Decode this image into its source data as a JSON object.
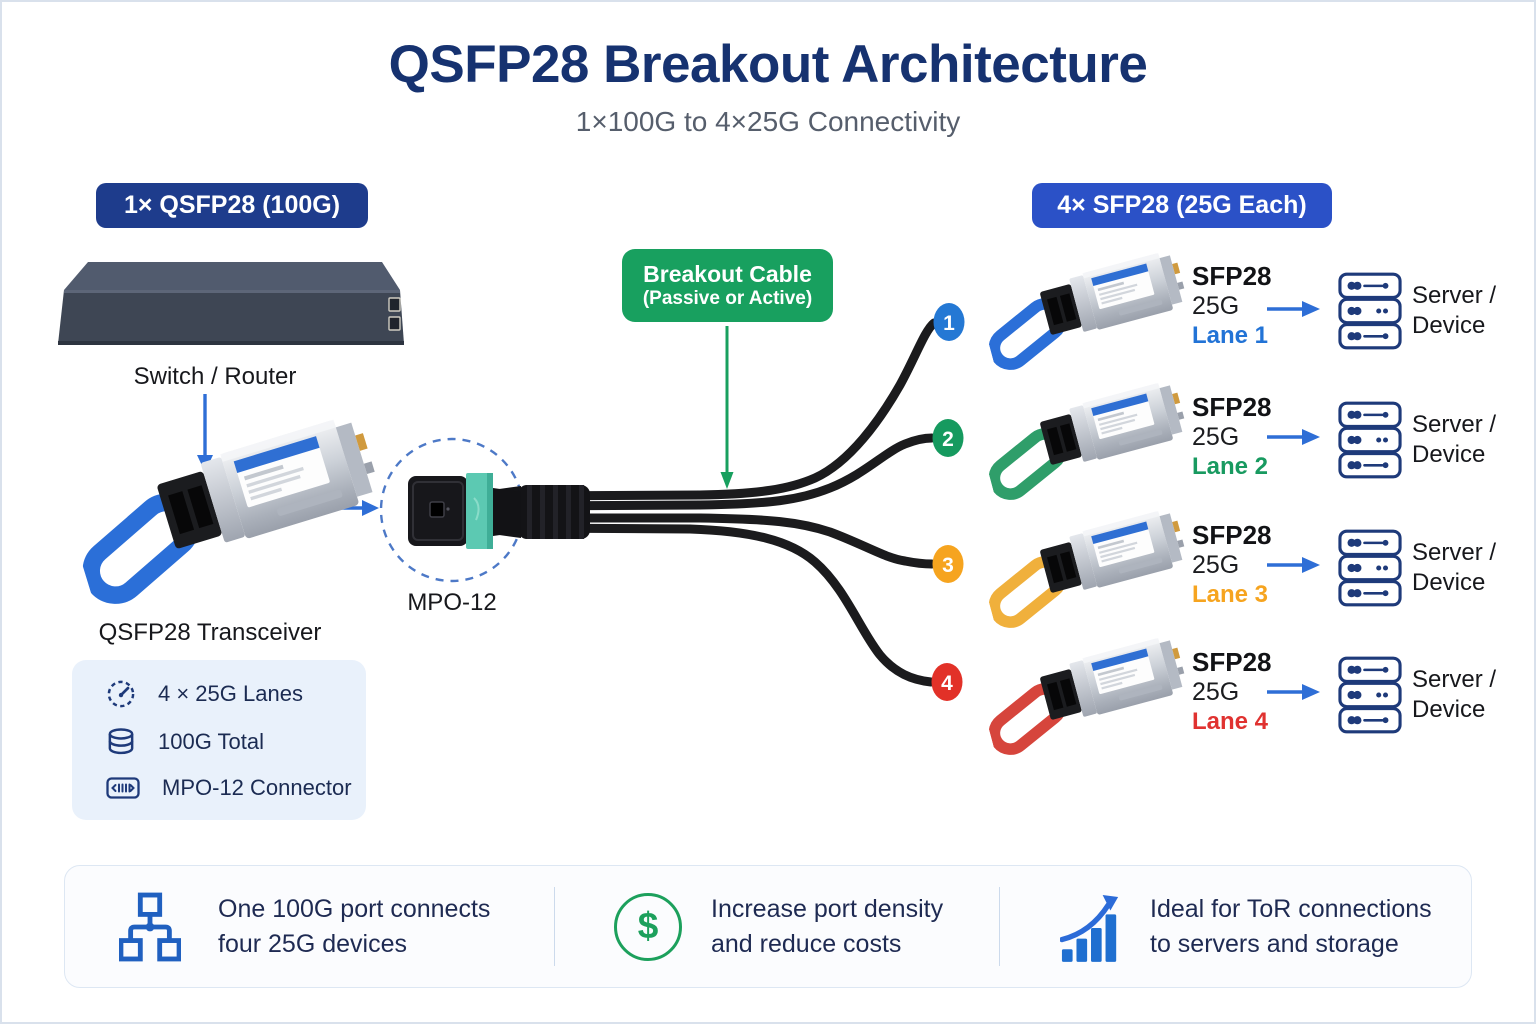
{
  "title": "QSFP28 Breakout Architecture",
  "subtitle": "1×100G to 4×25G Connectivity",
  "badges": {
    "left": "1× QSFP28 (100G)",
    "right": "4× SFP28 (25G Each)"
  },
  "breakout_label": {
    "title": "Breakout Cable",
    "subtitle": "(Passive or Active)"
  },
  "labels": {
    "switch": "Switch / Router",
    "transceiver": "QSFP28 Transceiver",
    "connector": "MPO-12"
  },
  "lanes": [
    {
      "number": "1",
      "model": "SFP28",
      "speed": "25G",
      "lane": "Lane 1",
      "color": "#2273d6",
      "server_line1": "Server /",
      "server_line2": "Device"
    },
    {
      "number": "2",
      "model": "SFP28",
      "speed": "25G",
      "lane": "Lane 2",
      "color": "#189a60",
      "server_line1": "Server /",
      "server_line2": "Device"
    },
    {
      "number": "3",
      "model": "SFP28",
      "speed": "25G",
      "lane": "Lane 3",
      "color": "#f6a41f",
      "server_line1": "Server /",
      "server_line2": "Device"
    },
    {
      "number": "4",
      "model": "SFP28",
      "speed": "25G",
      "lane": "Lane 4",
      "color": "#e03230",
      "server_line1": "Server /",
      "server_line2": "Device"
    }
  ],
  "specs": [
    {
      "icon": "gauge-icon",
      "text": "4 × 25G Lanes"
    },
    {
      "icon": "database-icon",
      "text": "100G Total"
    },
    {
      "icon": "connector-icon",
      "text": "MPO-12 Connector"
    }
  ],
  "benefits": [
    {
      "icon": "topology-icon",
      "line1": "One 100G port connects",
      "line2": "four 25G devices"
    },
    {
      "icon": "dollar-icon",
      "symbol": "$",
      "line1": "Increase port density",
      "line2": "and reduce costs"
    },
    {
      "icon": "growth-icon",
      "line1": "Ideal for ToR connections",
      "line2": "to servers and storage"
    }
  ],
  "colors": {
    "title_navy": "#163270",
    "badge_dark_blue": "#1e3c8c",
    "badge_blue": "#2b51c7",
    "badge_green": "#18a05f",
    "lane1_blue": "#2273d6",
    "lane2_green": "#189a60",
    "lane3_orange": "#f6a41f",
    "lane4_red": "#e03230",
    "icon_navy": "#1e3a7a",
    "arrow_blue": "#2e6ed6",
    "cable_black": "#1b1b1d",
    "mpo_teal": "#5cc9b2"
  }
}
